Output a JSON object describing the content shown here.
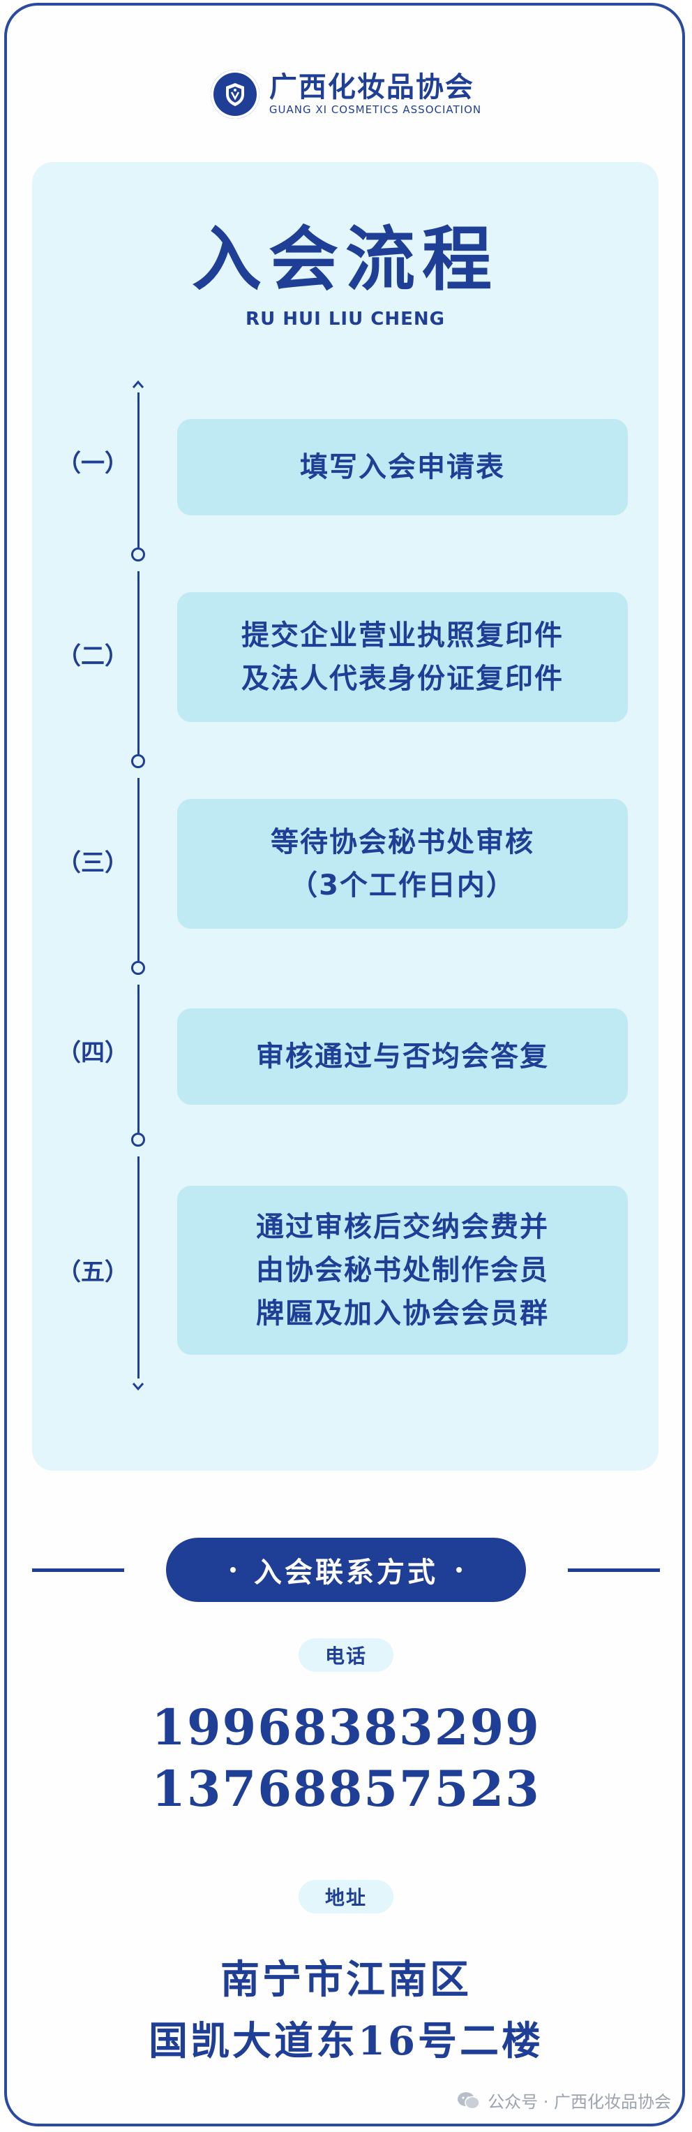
{
  "header": {
    "org_name_cn": "广西化妆品协会",
    "org_name_en": "GUANG XI  COSMETICS  ASSOCIATION",
    "logo_icon": "association-logo-icon"
  },
  "process": {
    "title_cn": "入会流程",
    "title_en": "RU HUI LIU CHENG",
    "steps": [
      {
        "num": "（一）",
        "lines": [
          "填写入会申请表"
        ]
      },
      {
        "num": "（二）",
        "lines": [
          "提交企业营业执照复印件",
          "及法人代表身份证复印件"
        ]
      },
      {
        "num": "（三）",
        "lines": [
          "等待协会秘书处审核",
          "（3个工作日内）"
        ]
      },
      {
        "num": "（四）",
        "lines": [
          "审核通过与否均会答复"
        ]
      },
      {
        "num": "（五）",
        "lines": [
          "通过审核后交纳会费并",
          "由协会秘书处制作会员",
          "牌匾及加入协会会员群"
        ]
      }
    ]
  },
  "contact": {
    "heading": "入会联系方式",
    "phone_label": "电话",
    "phones": [
      "19968383299",
      "13768857523"
    ],
    "address_label": "地址",
    "address_lines": [
      "南宁市江南区",
      "国凯大道东16号二楼"
    ]
  },
  "watermark": {
    "text": "公众号 · 广西化妆品协会",
    "icon": "wechat-icon"
  },
  "colors": {
    "primary": "#1f3f96",
    "panel_bg": "#e2f6fb",
    "card_bg": "#bfeaf3",
    "frame": "#2a4aa0"
  }
}
